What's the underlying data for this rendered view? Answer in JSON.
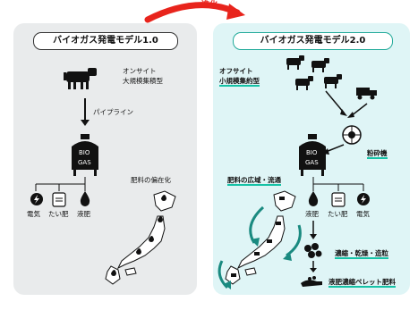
{
  "arrow_label": "進化",
  "left": {
    "title": "バイオガス発電モデル1.0",
    "onsite_line1": "オンサイト",
    "onsite_line2": "大規模集積型",
    "pipeline": "パイプライン",
    "bio": "BIO",
    "gas": "GAS",
    "uneven": "肥料の偏在化",
    "outputs": [
      "電気",
      "たい肥",
      "液肥"
    ]
  },
  "right": {
    "title": "バイオガス発電モデル2.0",
    "offsite_line1": "オフサイト",
    "offsite_line2": "小規模集約型",
    "crusher": "粉砕機",
    "bio": "BIO",
    "gas": "GAS",
    "distribution": "肥料の広域・流通",
    "outputs": [
      "液肥",
      "たい肥",
      "電気"
    ],
    "process": "濃縮・乾燥・造粒",
    "pellet": "液肥濃縮ペレット肥料"
  },
  "colors": {
    "accent": "#16c2a6",
    "arrow": "#e8241c",
    "left_panel": "#e9ebec",
    "right_panel": "#dff5f6"
  }
}
